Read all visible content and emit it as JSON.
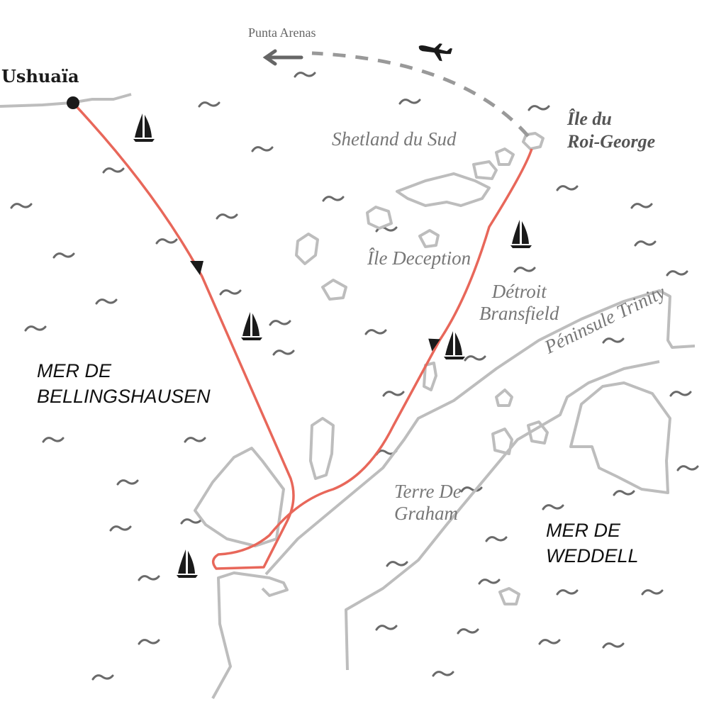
{
  "labels": {
    "ushuaia": "Ushuaïa",
    "punta_arenas": "Punta Arenas",
    "roi_george_line1": "Île du",
    "roi_george_line2": "Roi-George",
    "shetland": "Shetland du Sud",
    "deception": "Île Deception",
    "detroit_line1": "Détroit",
    "detroit_line2": "Bransfield",
    "trinity": "Péninsule Trinity",
    "graham_line1": "Terre De",
    "graham_line2": "Graham",
    "bellingshausen_line1": "MER DE",
    "bellingshausen_line2": "BELLINGSHAUSEN",
    "weddell_line1": "MER DE",
    "weddell_line2": "WEDDELL"
  },
  "colors": {
    "route": "#e8675a",
    "land": "#bdbdbd",
    "flight": "#999999",
    "wave": "#6a6a6a",
    "boat": "#1a1a1a"
  },
  "icons": [
    "sailboat-icon",
    "airplane-icon",
    "arrow-left-icon",
    "port-marker-icon"
  ]
}
